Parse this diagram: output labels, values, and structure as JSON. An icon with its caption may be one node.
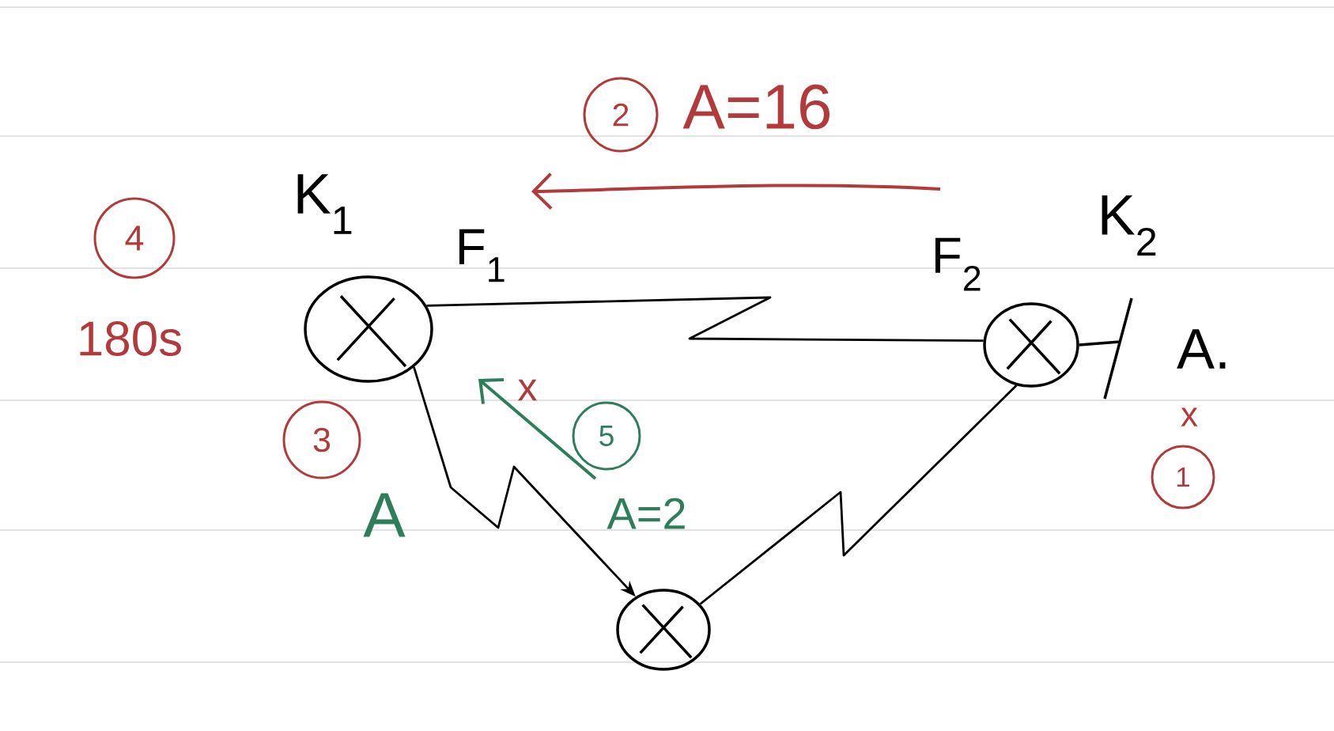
{
  "diagram": {
    "nodes": [
      {
        "text": [
          "2"
        ]
      },
      {
        "text": [
          "4"
        ]
      },
      {
        "text": [],
        "shape": "circle"
      },
      {
        "text": [],
        "shape": "circle"
      },
      {
        "text": [
          "3"
        ]
      },
      {
        "text": [
          "5"
        ]
      },
      {
        "text": [
          "1"
        ]
      },
      {
        "text": [],
        "shape": "circle"
      }
    ],
    "edges": [
      {
        "from": 2,
        "to": 3,
        "arrow": "none"
      },
      {
        "from": 2,
        "to": 7,
        "arrow": "to"
      },
      {
        "from": 7,
        "to": 3,
        "arrow": "none"
      }
    ],
    "labels": [
      "A=16",
      "K$_{1}$",
      "K$_{2}$",
      "F$_{1}$",
      "F$_{2}$",
      "180s",
      "A.",
      "x",
      "x",
      "A",
      "A=2"
    ]
  }
}
